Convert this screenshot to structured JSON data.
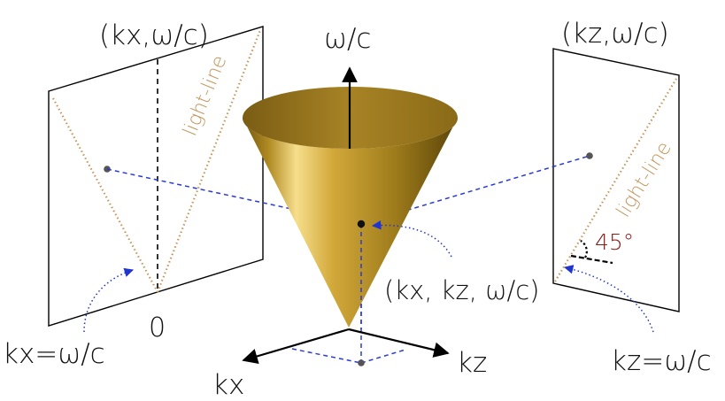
{
  "axis_label": "ω/c",
  "left_plane": {
    "title": "(kx,ω/c)",
    "light_line": "light-line",
    "origin": "0",
    "callout": "kx=ω/c"
  },
  "right_plane": {
    "title": "(kz,ω/c)",
    "light_line": "light-line",
    "angle": "45°",
    "callout": "kz=ω/c"
  },
  "point_label": "(kx, kz, ω/c)",
  "x_axis_label": "kx",
  "z_axis_label": "kz",
  "colors": {
    "light_line": "#c2955a",
    "dashed": "#2a3ad6",
    "callout": "#1f35d0",
    "angle": "#8b1a1a",
    "cone": "#c9a22a"
  }
}
